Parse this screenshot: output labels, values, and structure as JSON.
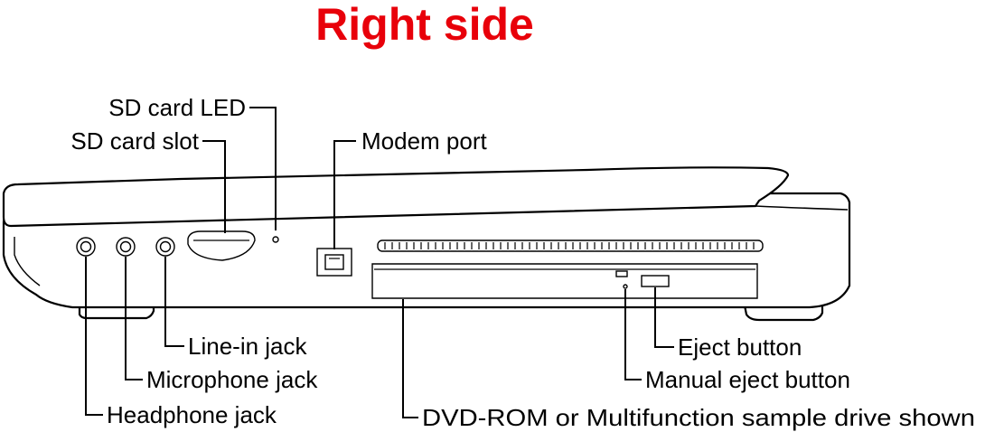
{
  "title": {
    "text": "Right side",
    "color": "#e8000a"
  },
  "labels": {
    "sd_card_led": "SD card LED",
    "sd_card_slot": "SD card slot",
    "modem_port": "Modem port",
    "line_in_jack": "Line-in jack",
    "microphone_jack": "Microphone jack",
    "headphone_jack": "Headphone jack",
    "eject_button": "Eject button",
    "manual_eject_button": "Manual eject button",
    "dvd_drive": "DVD-ROM or Multifunction sample drive shown"
  }
}
